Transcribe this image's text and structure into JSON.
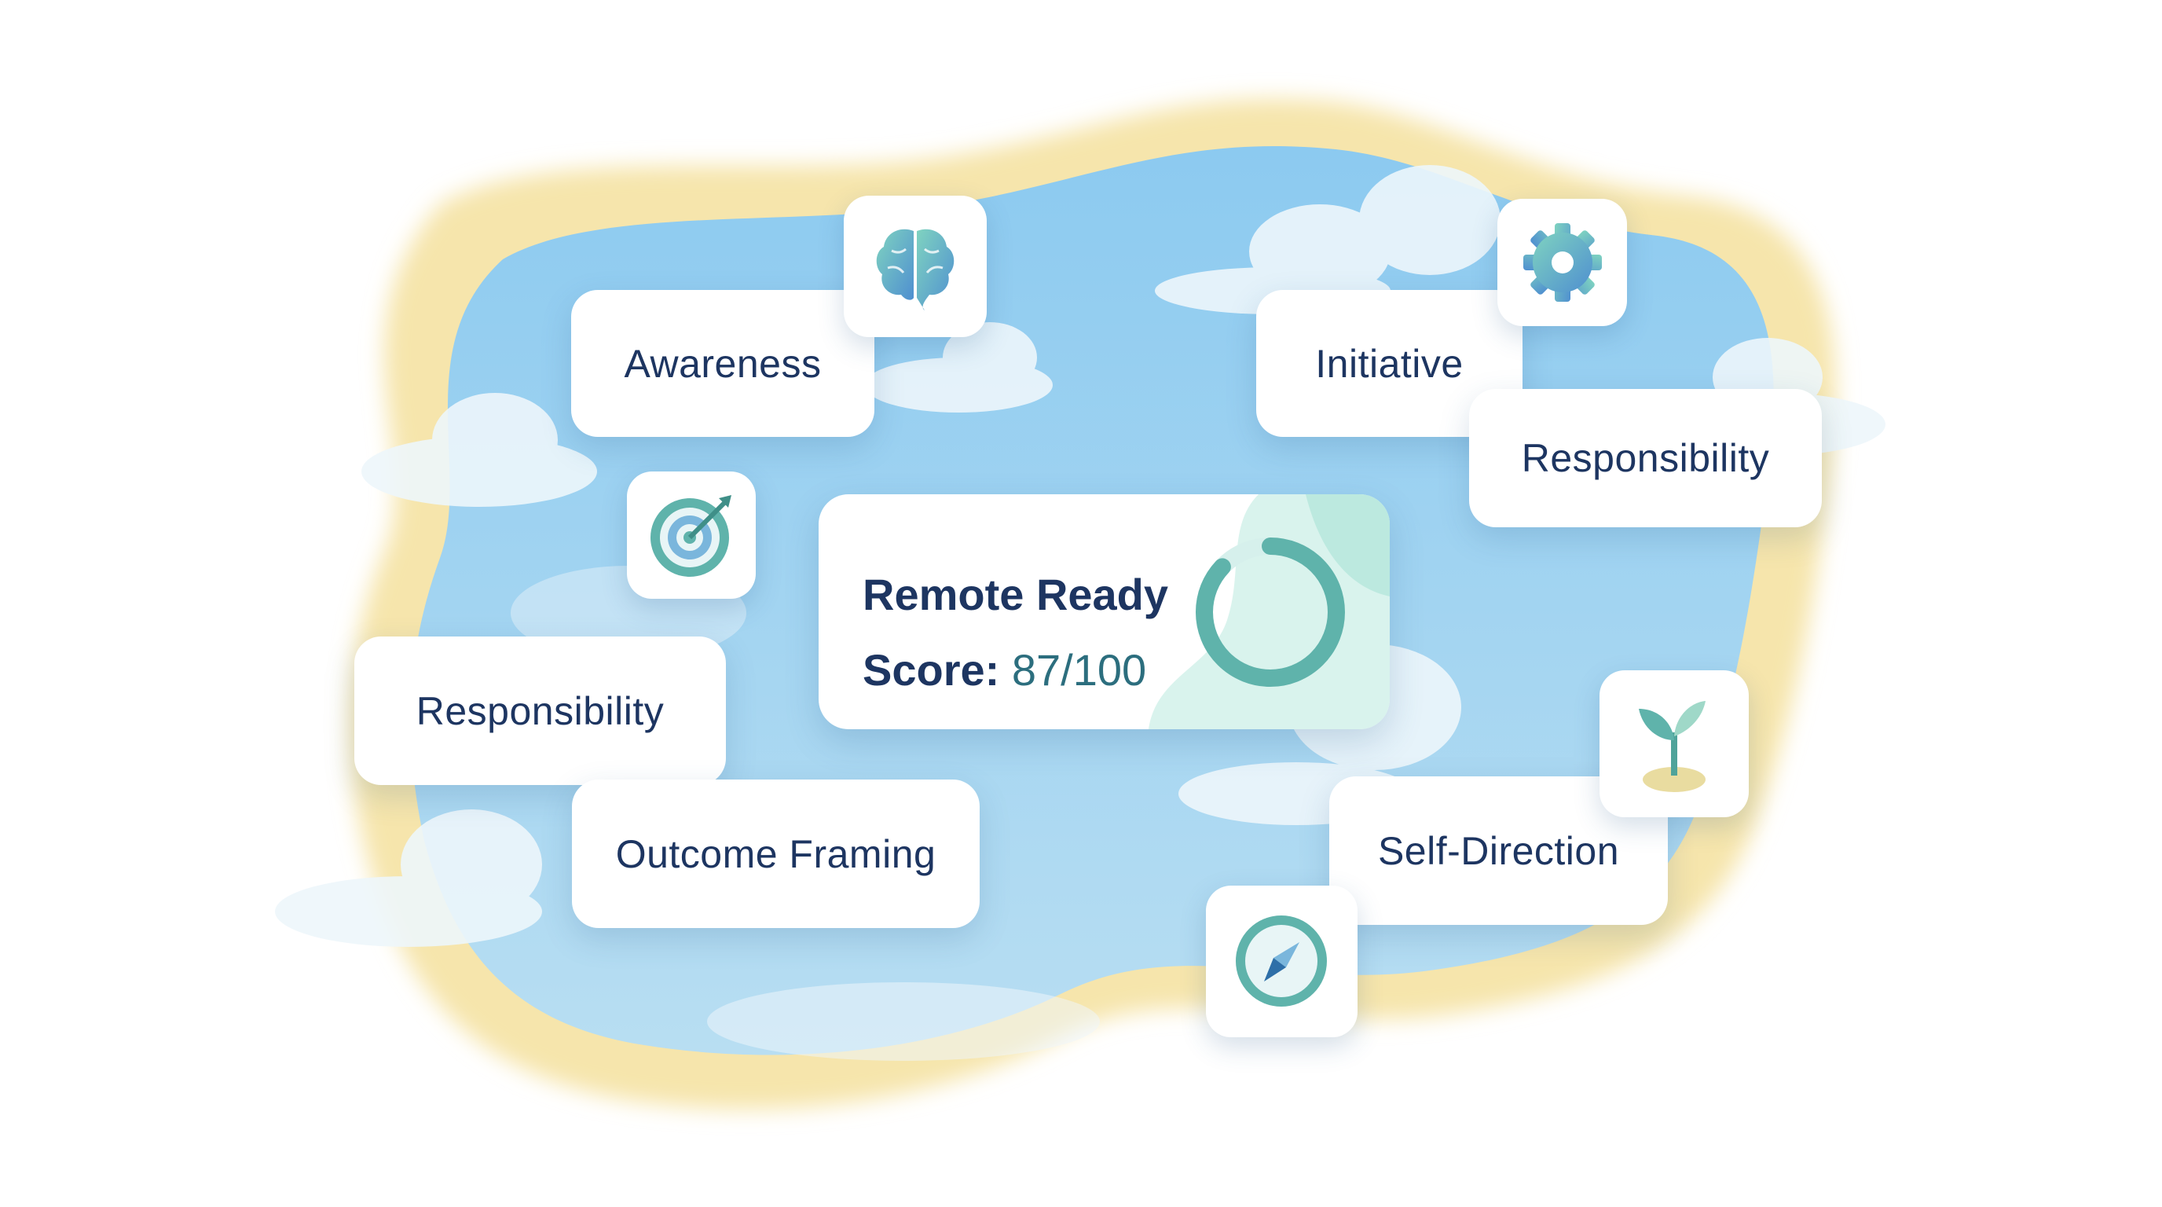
{
  "score_card": {
    "title": "Remote Ready",
    "score_label": "Score:",
    "score_value": "87/100",
    "score_fraction": 0.87
  },
  "cards": [
    {
      "label": "Awareness"
    },
    {
      "label": "Initiative"
    },
    {
      "label": "Responsibility"
    },
    {
      "label": "Responsibility"
    },
    {
      "label": "Outcome Framing"
    },
    {
      "label": "Self-Direction"
    }
  ],
  "icons": [
    "brain-icon",
    "gear-icon",
    "target-icon",
    "sprout-icon",
    "compass-icon"
  ],
  "colors": {
    "sky": "#9dd0f0",
    "halo": "#f6e7b0",
    "teal": "#5fb3ab",
    "text": "#1d3561"
  }
}
